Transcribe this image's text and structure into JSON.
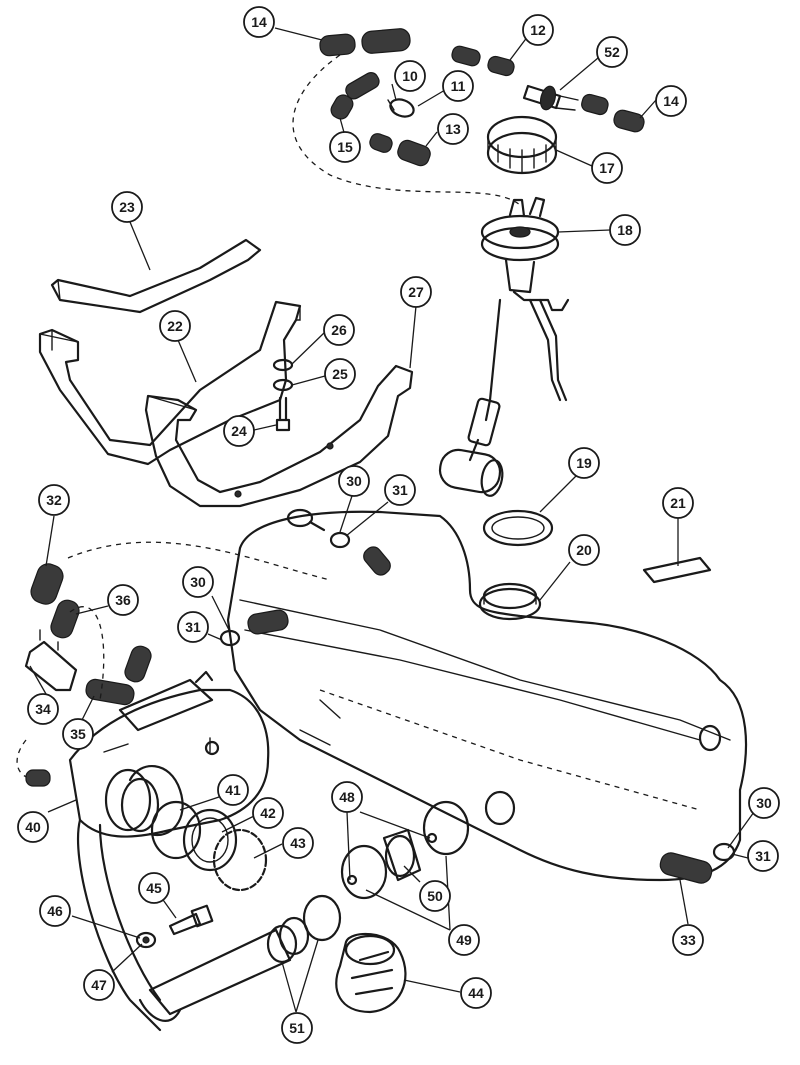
{
  "callouts": [
    {
      "id": "c14a",
      "label": "14"
    },
    {
      "id": "c12",
      "label": "12"
    },
    {
      "id": "c52",
      "label": "52"
    },
    {
      "id": "c14b",
      "label": "14"
    },
    {
      "id": "c10",
      "label": "10"
    },
    {
      "id": "c11",
      "label": "11"
    },
    {
      "id": "c13",
      "label": "13"
    },
    {
      "id": "c15",
      "label": "15"
    },
    {
      "id": "c17",
      "label": "17"
    },
    {
      "id": "c18",
      "label": "18"
    },
    {
      "id": "c23",
      "label": "23"
    },
    {
      "id": "c22",
      "label": "22"
    },
    {
      "id": "c26",
      "label": "26"
    },
    {
      "id": "c25",
      "label": "25"
    },
    {
      "id": "c24",
      "label": "24"
    },
    {
      "id": "c27",
      "label": "27"
    },
    {
      "id": "c19",
      "label": "19"
    },
    {
      "id": "c21",
      "label": "21"
    },
    {
      "id": "c20",
      "label": "20"
    },
    {
      "id": "c30a",
      "label": "30"
    },
    {
      "id": "c31a",
      "label": "31"
    },
    {
      "id": "c32",
      "label": "32"
    },
    {
      "id": "c36",
      "label": "36"
    },
    {
      "id": "c30b",
      "label": "30"
    },
    {
      "id": "c31b",
      "label": "31"
    },
    {
      "id": "c34",
      "label": "34"
    },
    {
      "id": "c35",
      "label": "35"
    },
    {
      "id": "c40",
      "label": "40"
    },
    {
      "id": "c41",
      "label": "41"
    },
    {
      "id": "c42",
      "label": "42"
    },
    {
      "id": "c43",
      "label": "43"
    },
    {
      "id": "c48",
      "label": "48"
    },
    {
      "id": "c50",
      "label": "50"
    },
    {
      "id": "c49",
      "label": "49"
    },
    {
      "id": "c45",
      "label": "45"
    },
    {
      "id": "c46",
      "label": "46"
    },
    {
      "id": "c47",
      "label": "47"
    },
    {
      "id": "c51",
      "label": "51"
    },
    {
      "id": "c44",
      "label": "44"
    },
    {
      "id": "c30c",
      "label": "30"
    },
    {
      "id": "c31c",
      "label": "31"
    },
    {
      "id": "c33",
      "label": "33"
    }
  ]
}
